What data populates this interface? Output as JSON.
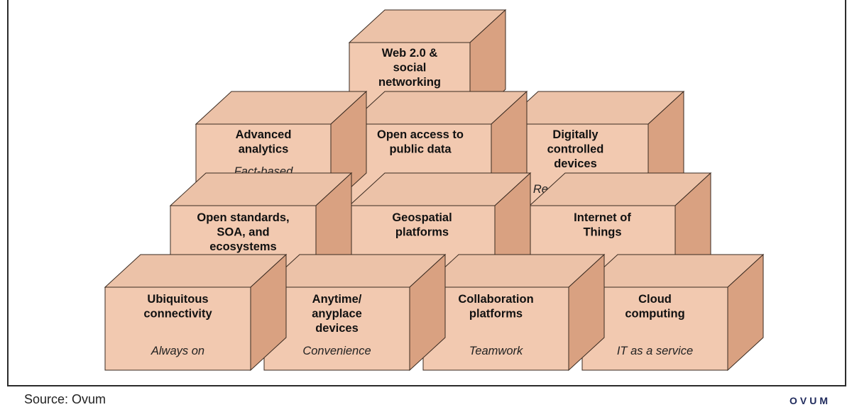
{
  "blocks": [
    {
      "id": "web-2-social-networking",
      "title": [
        "Web 2.0 &",
        "social",
        "networking"
      ],
      "subtitle": "Interactivity"
    },
    {
      "id": "advanced-analytics",
      "title": [
        "Advanced",
        "analytics"
      ],
      "subtitle": [
        "Fact-based",
        "decisions"
      ]
    },
    {
      "id": "open-access-public-data",
      "title": [
        "Open access to",
        "public data"
      ],
      "subtitle": "Many eyes"
    },
    {
      "id": "digitally-controlled-devices",
      "title": [
        "Digitally",
        "controlled",
        "devices"
      ],
      "subtitle": "Realtime control"
    },
    {
      "id": "open-standards",
      "title": [
        "Open standards,",
        "SOA, and",
        "ecosystems"
      ],
      "subtitle": "IT assembly"
    },
    {
      "id": "geospatial-platforms",
      "title": [
        "Geospatial",
        "platforms"
      ],
      "subtitle": "Place-based data"
    },
    {
      "id": "internet-of-things",
      "title": [
        "Internet of",
        "Things"
      ],
      "subtitle": "Realtime data"
    },
    {
      "id": "ubiquitous-connectivity",
      "title": [
        "Ubiquitous",
        "connectivity"
      ],
      "subtitle": "Always on"
    },
    {
      "id": "anytime-anyplace-devices",
      "title": [
        "Anytime/",
        "anyplace",
        "devices"
      ],
      "subtitle": "Convenience"
    },
    {
      "id": "collaboration-platforms",
      "title": [
        "Collaboration",
        "platforms"
      ],
      "subtitle": "Teamwork"
    },
    {
      "id": "cloud-computing",
      "title": [
        "Cloud",
        "computing"
      ],
      "subtitle": "IT as a service"
    }
  ],
  "footer": {
    "source": "Source: Ovum",
    "logo": "OVUM"
  }
}
